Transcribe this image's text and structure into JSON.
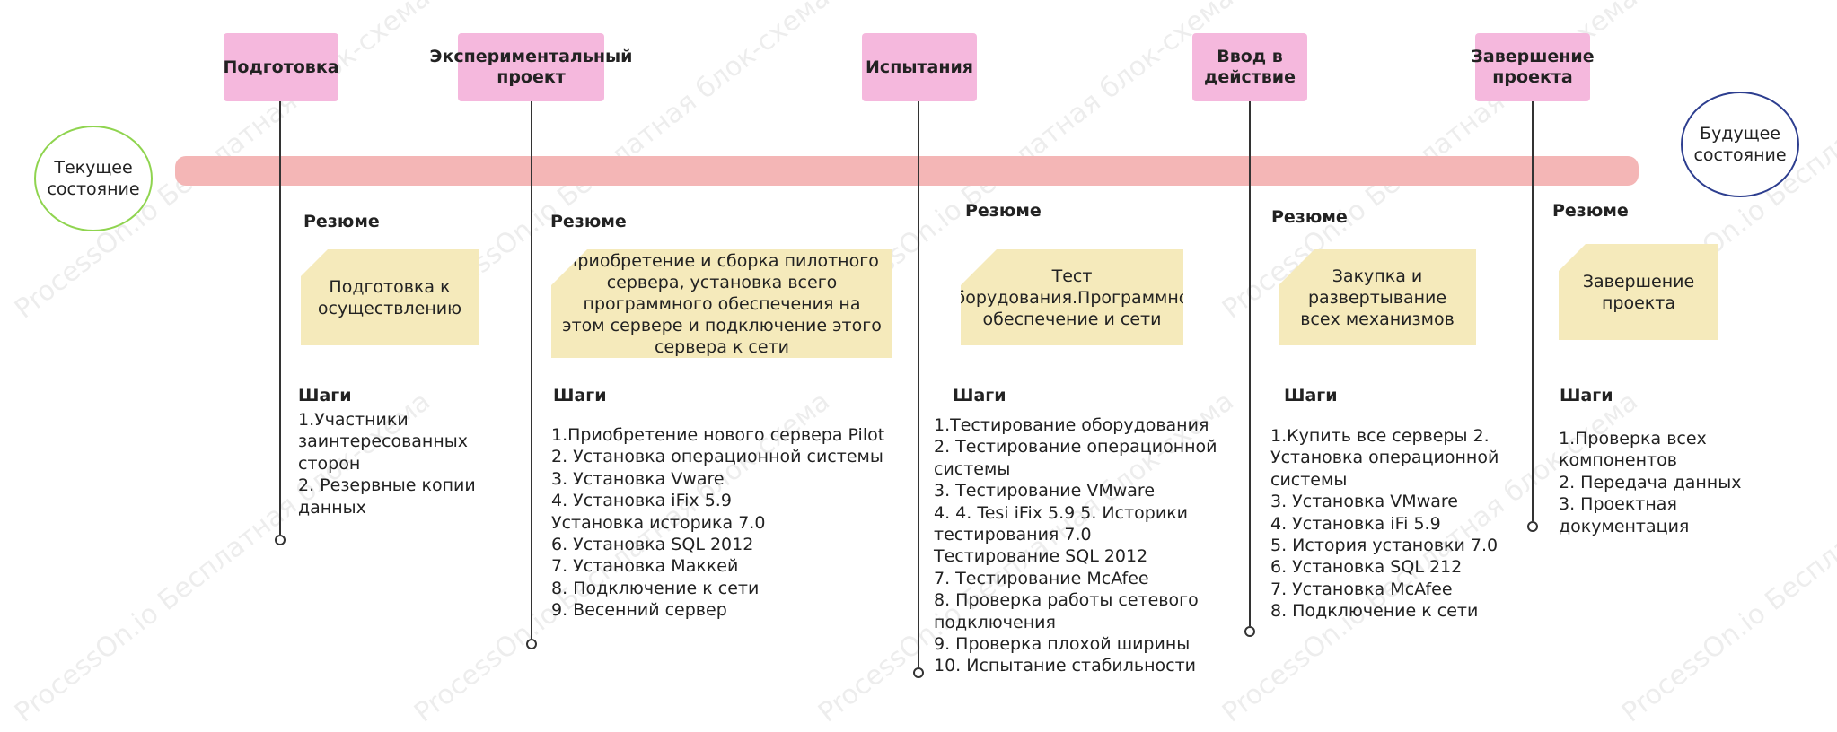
{
  "watermark": "ProcessOn.io Бесплатная блок-схема",
  "current_state": "Текущее состояние",
  "future_state": "Будущее состояние",
  "summary_label": "Резюме",
  "steps_label": "Шаги",
  "phases": [
    {
      "title": "Подготовка",
      "summary": "Подготовка к осуществлению",
      "steps": [
        "1.Участники заинтересованных сторон",
        "2. Резервные копии данных"
      ]
    },
    {
      "title": "Экспериментальный проект",
      "summary": "Приобретение и сборка пилотного сервера, установка всего программного обеспечения на этом сервере и подключение этого сервера к сети",
      "steps": [
        "1.Приобретение нового сервера Pilot",
        "2. Установка операционной системы",
        "3. Установка Vware",
        "4. Установка iFix 5.9",
        "Установка историка 7.0",
        "6. Установка SQL 2012",
        "7. Установка Маккей",
        "8. Подключение к сети",
        "9. Весенний сервер"
      ]
    },
    {
      "title": "Испытания",
      "summary": "Тест оборудования.Программное обеспечение и сети",
      "steps": [
        "1.Тестирование оборудования",
        "2. Тестирование операционной системы",
        "3. Тестирование VMware",
        "4. 4. Tesi iFix 5.9 5. Историки тестирования 7.0",
        "Тестирование SQL 2012",
        "7. Тестирование McAfee",
        "8. Проверка работы сетевого подключения",
        "9. Проверка плохой ширины",
        "10. Испытание стабильности"
      ]
    },
    {
      "title": "Ввод в действие",
      "summary": "Закупка и развертывание всех механизмов",
      "steps": [
        "1.Купить все серверы 2. Установка операционной системы",
        "3. Установка VMware",
        "4. Установка iFi 5.9",
        "5. История установки 7.0",
        "6. Установка SQL 212",
        "7. Установка McAfee",
        "8. Подключение к сети"
      ]
    },
    {
      "title": "Завершение проекта",
      "summary": "Завершение проекта",
      "steps": [
        "1.Проверка всех компонентов",
        "2. Передача данных",
        "3. Проектная документация"
      ]
    }
  ]
}
